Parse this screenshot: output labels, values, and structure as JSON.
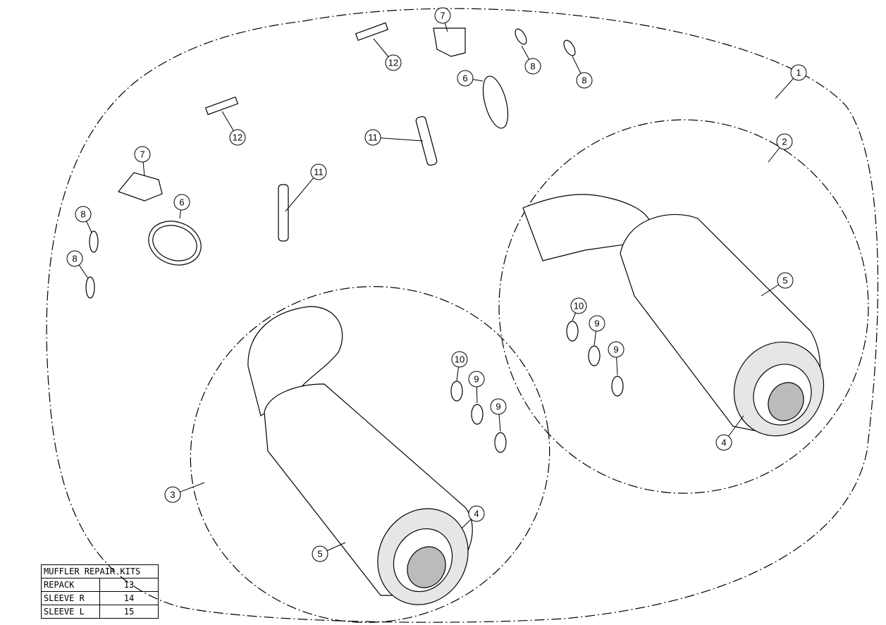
{
  "diagram": {
    "callouts": [
      "1",
      "2",
      "3",
      "4",
      "4",
      "5",
      "5",
      "6",
      "6",
      "7",
      "7",
      "8",
      "8",
      "8",
      "8",
      "9",
      "9",
      "9",
      "9",
      "10",
      "10",
      "11",
      "11",
      "12",
      "12"
    ]
  },
  "kits_table": {
    "title": "MUFFLER REPAIR KITS",
    "rows": [
      {
        "label": "REPACK",
        "value": "13"
      },
      {
        "label": "SLEEVE R",
        "value": "14"
      },
      {
        "label": "SLEEVE L",
        "value": "15"
      }
    ]
  }
}
